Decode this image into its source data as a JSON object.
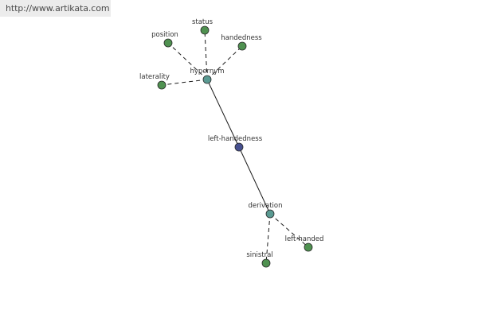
{
  "banner": {
    "url": "http://www.artikata.com"
  },
  "colors": {
    "leaf": "#4f9150",
    "hub": "#5a9a92",
    "center": "#46508f"
  },
  "graph": {
    "nodes": [
      {
        "id": "left-handedness",
        "label": "left-handedness",
        "kind": "center"
      },
      {
        "id": "hypernym",
        "label": "hypernym",
        "kind": "hub"
      },
      {
        "id": "derivation",
        "label": "derivation",
        "kind": "hub"
      },
      {
        "id": "status",
        "label": "status",
        "kind": "leaf"
      },
      {
        "id": "position",
        "label": "position",
        "kind": "leaf"
      },
      {
        "id": "handedness",
        "label": "handedness",
        "kind": "leaf"
      },
      {
        "id": "laterality",
        "label": "laterality",
        "kind": "leaf"
      },
      {
        "id": "sinistral",
        "label": "sinistral",
        "kind": "leaf"
      },
      {
        "id": "left-handed",
        "label": "left-handed",
        "kind": "leaf"
      }
    ],
    "edges": [
      {
        "from": "left-handedness",
        "to": "hypernym",
        "style": "solid"
      },
      {
        "from": "left-handedness",
        "to": "derivation",
        "style": "solid"
      },
      {
        "from": "hypernym",
        "to": "status",
        "style": "dashed"
      },
      {
        "from": "hypernym",
        "to": "position",
        "style": "dashed"
      },
      {
        "from": "hypernym",
        "to": "handedness",
        "style": "dashed"
      },
      {
        "from": "hypernym",
        "to": "laterality",
        "style": "dashed"
      },
      {
        "from": "derivation",
        "to": "sinistral",
        "style": "dashed"
      },
      {
        "from": "derivation",
        "to": "left-handed",
        "style": "dashed"
      }
    ]
  }
}
